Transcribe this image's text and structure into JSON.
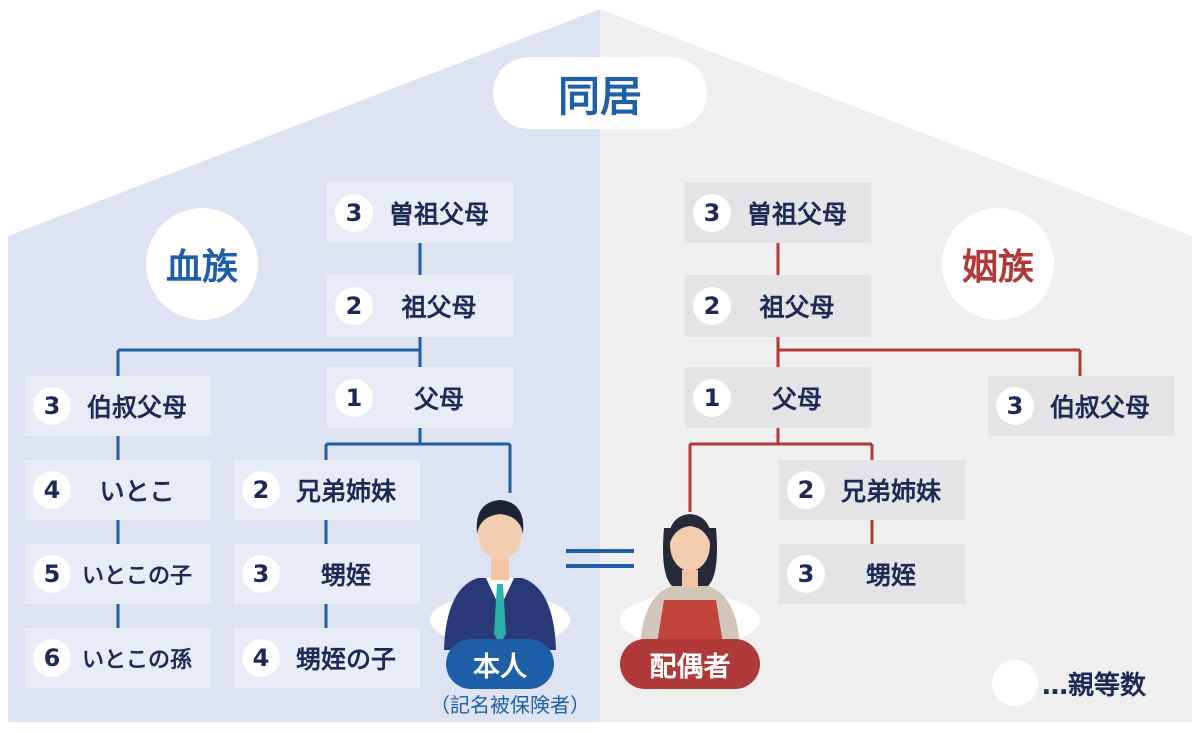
{
  "title": "同居",
  "colors": {
    "blood": "#1f5fa8",
    "inlaw": "#b03a3a",
    "node_text": "#1e2a55",
    "left_bg": "#dde3f3",
    "right_bg": "#efeff0"
  },
  "blood": {
    "label": "血族",
    "nodes": [
      {
        "deg": "3",
        "name": "曽祖父母"
      },
      {
        "deg": "2",
        "name": "祖父母"
      },
      {
        "deg": "1",
        "name": "父母"
      },
      {
        "deg": "3",
        "name": "伯叔父母"
      },
      {
        "deg": "4",
        "name": "いとこ"
      },
      {
        "deg": "5",
        "name": "いとこの子"
      },
      {
        "deg": "6",
        "name": "いとこの孫"
      },
      {
        "deg": "2",
        "name": "兄弟姉妹"
      },
      {
        "deg": "3",
        "name": "甥姪"
      },
      {
        "deg": "4",
        "name": "甥姪の子"
      }
    ]
  },
  "inlaw": {
    "label": "姻族",
    "nodes": [
      {
        "deg": "3",
        "name": "曽祖父母"
      },
      {
        "deg": "2",
        "name": "祖父母"
      },
      {
        "deg": "1",
        "name": "父母"
      },
      {
        "deg": "3",
        "name": "伯叔父母"
      },
      {
        "deg": "2",
        "name": "兄弟姉妹"
      },
      {
        "deg": "3",
        "name": "甥姪"
      }
    ]
  },
  "self": {
    "label": "本人",
    "note": "（記名被保険者）"
  },
  "spouse": {
    "label": "配偶者"
  },
  "legend": {
    "text": "…親等数"
  }
}
